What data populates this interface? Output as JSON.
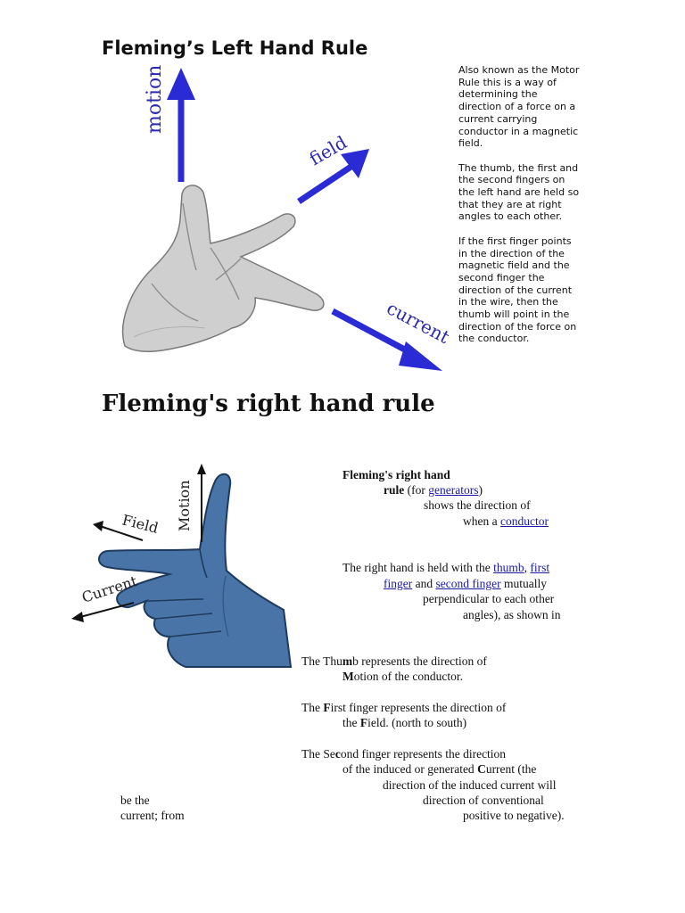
{
  "left_hand": {
    "title": "Fleming’s Left Hand Rule",
    "labels": {
      "motion": "motion",
      "field": "field",
      "current": "current"
    },
    "para1": [
      "Also known as the Motor",
      "Rule this is a way of",
      "determining the",
      "direction of a force on a",
      "current carrying",
      "conductor in a magnetic",
      "field."
    ],
    "para2": [
      "The thumb, the first and",
      "the second fingers on",
      "the left hand are held so",
      "that they are at right",
      "angles to each other."
    ],
    "para3": [
      "If the first finger points",
      "in the direction of the",
      "magnetic field and the",
      "second finger the",
      "direction of the current",
      "in the wire, then the",
      "thumb will point in the",
      "direction of the force on",
      "the conductor."
    ]
  },
  "right_hand": {
    "title": "Fleming's right hand rule",
    "labels": {
      "motion": "Motion",
      "field": "Field",
      "current": "Current"
    },
    "p1_bold1": "Fleming's right hand",
    "p1_bold2": "rule",
    "p1_text1": " (for ",
    "p1_link1": "generators",
    "p1_text2": ")",
    "p1_line3": "shows the direction of",
    "p1_line4_text": "when a ",
    "p1_link2": "conductor ",
    "p2_line1_text": "The right hand is held with the ",
    "p2_link_thumb": "thumb",
    "p2_comma": ", ",
    "p2_link_first": "first ",
    "p2_link_finger": "finger",
    "p2_and": " and ",
    "p2_link_second": "second finger",
    "p2_mutually": " mutually",
    "p2_line3": "perpendicular to each other",
    "p2_line4": "angles), as shown in",
    "thumb_line1_a": "The Thu",
    "thumb_line1_b": "m",
    "thumb_line1_c": "b represents the direction of",
    "thumb_line2_a": "M",
    "thumb_line2_b": "otion of the conductor.",
    "first_line1_a": "The ",
    "first_line1_b": "F",
    "first_line1_c": "irst finger represents the direction of",
    "first_line2_a": "the ",
    "first_line2_b": "F",
    "first_line2_c": "ield. (north to south)",
    "second_line1_a": "The Se",
    "second_line1_b": "c",
    "second_line1_c": "ond finger represents the direction",
    "second_line2_a": "of the induced or generated ",
    "second_line2_b": "C",
    "second_line2_c": "urrent (the",
    "second_line3": "direction of the induced current will",
    "left_col1": "be the",
    "right_col1": "direction of conventional",
    "left_col2": "current; from",
    "right_col2": "positive to negative)."
  },
  "colors": {
    "arrow_blue": "#2b2bd6",
    "label_blue": "#2a2ab0",
    "glove_blue": "#4874a8",
    "link": "#1a1aa6"
  }
}
